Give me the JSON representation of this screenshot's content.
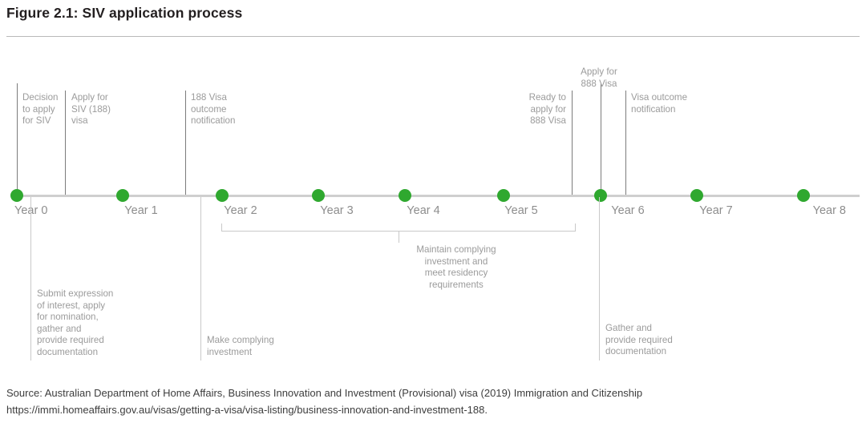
{
  "figure": {
    "title": "Figure 2.1: SIV application process",
    "source": "Source: Australian Department of Home Affairs, Business Innovation and Investment (Provisional) visa (2019) Immigration and Citizenship https://immi.homeaffairs.gov.au/visas/getting-a-visa/visa-listing/business-innovation-and-investment-188."
  },
  "colors": {
    "dot_green": "#2fa82f",
    "axis_gray": "#cfcfcf",
    "label_gray": "#8d8d8d",
    "callout_gray": "#9b9b9b",
    "title_black": "#231f20"
  },
  "chart_data": {
    "type": "timeline",
    "title": "Figure 2.1: SIV application process",
    "xlabel": "",
    "ylabel": "",
    "grid": false,
    "legend": "none",
    "axis_range": [
      0,
      8
    ],
    "axis_tick_labels": [
      "Year 0",
      "Year 1",
      "Year 2",
      "Year 3",
      "Year 4",
      "Year 5",
      "Year 6",
      "Year 7",
      "Year 8"
    ],
    "milestone_points": [
      {
        "year": 0,
        "label": "Year 0"
      },
      {
        "year": 1,
        "label": "Year 1"
      },
      {
        "year": 2,
        "label": "Year 2"
      },
      {
        "year": 3,
        "label": "Year 3"
      },
      {
        "year": 4,
        "label": "Year 4"
      },
      {
        "year": 5,
        "label": "Year 5"
      },
      {
        "year": 6,
        "label": "Year 6"
      },
      {
        "year": 7,
        "label": "Year 7"
      },
      {
        "year": 8,
        "label": "Year 8"
      }
    ],
    "events_above_axis": [
      {
        "text": "Decision\nto apply\nfor SIV",
        "at_year": 0.0,
        "align": "left"
      },
      {
        "text": "Apply for\nSIV (188)\nvisa",
        "at_year": 0.45,
        "align": "left"
      },
      {
        "text": "188 Visa\noutcome\nnotification",
        "at_year": 1.75,
        "align": "left"
      },
      {
        "text": "Ready to\napply for\n888 Visa",
        "at_year": 5.6,
        "align": "right"
      },
      {
        "text": "Apply for\n888 Visa",
        "at_year": 5.9,
        "align": "center"
      },
      {
        "text": "Visa outcome\nnotification",
        "at_year": 6.2,
        "align": "left"
      }
    ],
    "events_below_axis": [
      {
        "text": "Submit expression\nof interest, apply\nfor nomination,\ngather and\nprovide required\ndocumentation",
        "at_year": 0.15
      },
      {
        "text": "Make complying\ninvestment",
        "at_year": 1.88
      },
      {
        "text": "Gather and\nprovide required\ndocumentation",
        "at_year": 5.92
      }
    ],
    "span_annotation": {
      "text": "Maintain complying\ninvestment and\nmeet residency\nrequirements",
      "from_year": 2,
      "to_year": 5.65
    }
  },
  "timeline": {
    "years": [
      {
        "label": "Year 0"
      },
      {
        "label": "Year 1"
      },
      {
        "label": "Year 2"
      },
      {
        "label": "Year 3"
      },
      {
        "label": "Year 4"
      },
      {
        "label": "Year 5"
      },
      {
        "label": "Year 6"
      },
      {
        "label": "Year 7"
      },
      {
        "label": "Year 8"
      }
    ],
    "callouts_above": [
      {
        "text": "Decision\nto apply\nfor SIV"
      },
      {
        "text": "Apply for\nSIV (188)\nvisa"
      },
      {
        "text": "188 Visa\noutcome\nnotification"
      },
      {
        "text": "Ready to\napply for\n888 Visa"
      },
      {
        "text": "Apply for\n888 Visa"
      },
      {
        "text": "Visa outcome\nnotification"
      }
    ],
    "callouts_below": [
      {
        "text": "Submit expression\nof interest, apply\nfor nomination,\ngather and\nprovide required\ndocumentation"
      },
      {
        "text": "Make complying\ninvestment"
      },
      {
        "text": "Gather and\nprovide required\ndocumentation"
      }
    ],
    "span_label": {
      "text": "Maintain complying\ninvestment and\nmeet residency\nrequirements"
    }
  }
}
